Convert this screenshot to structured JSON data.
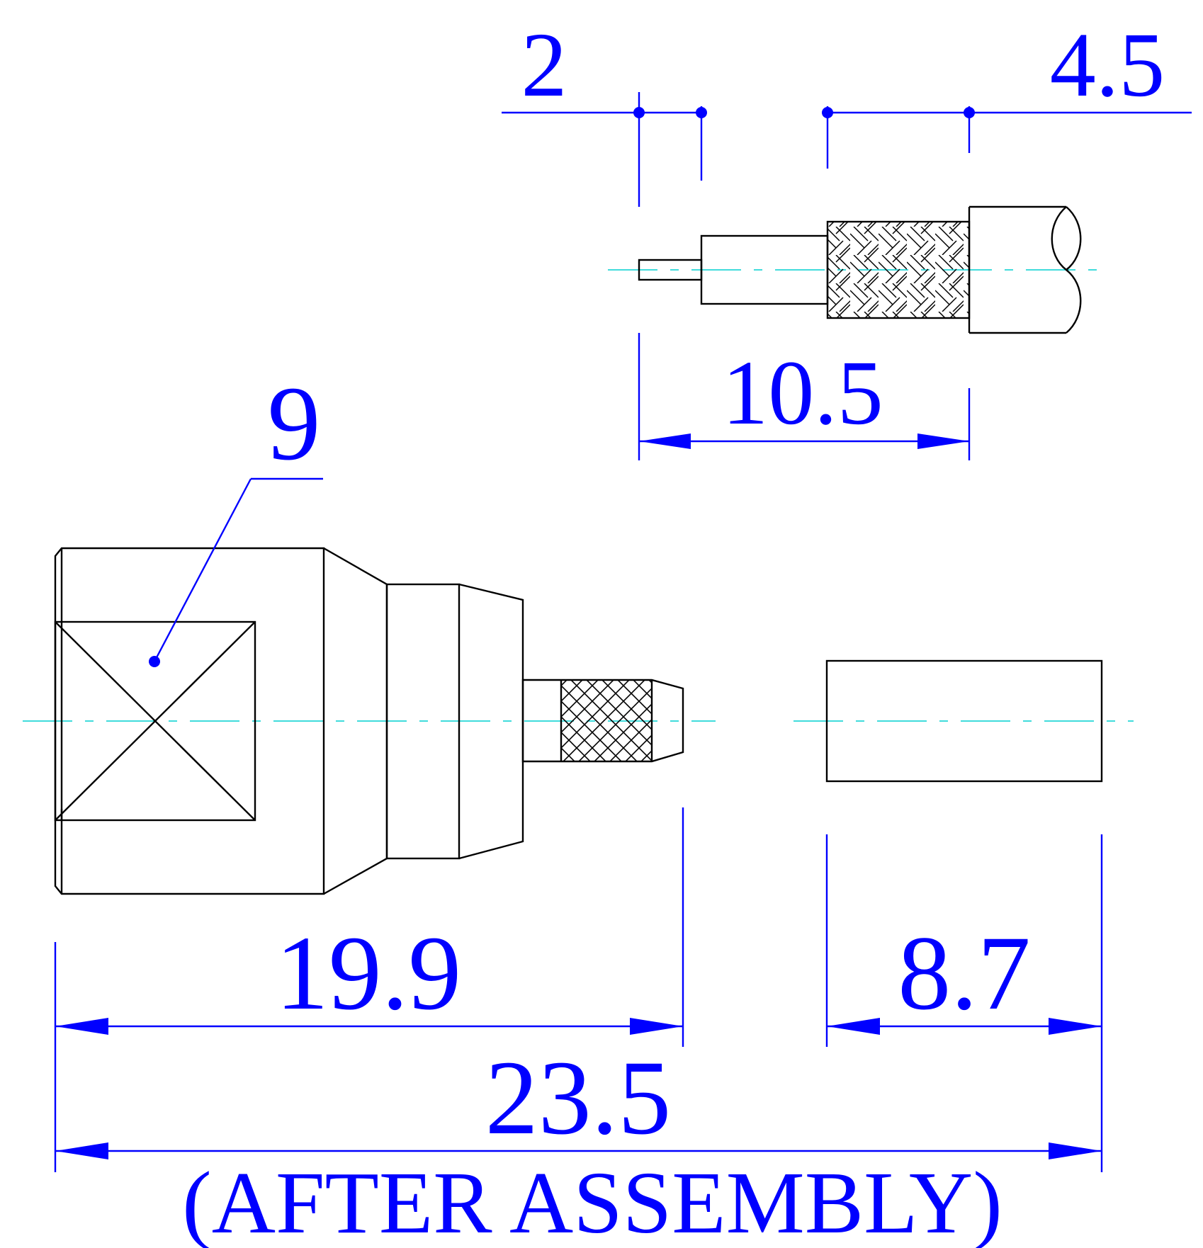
{
  "colors": {
    "outline": "#000000",
    "dimension": "#0000ff",
    "centerline": "#00d0d0"
  },
  "dimensions": {
    "strip_pin": "2",
    "strip_braid": "4.5",
    "strip_total": "10.5",
    "hex_size": "9",
    "connector_length": "19.9",
    "ferrule_length": "8.7",
    "total_length": "23.5"
  },
  "notes": {
    "after_assembly": "(AFTER ASSEMBLY)"
  }
}
